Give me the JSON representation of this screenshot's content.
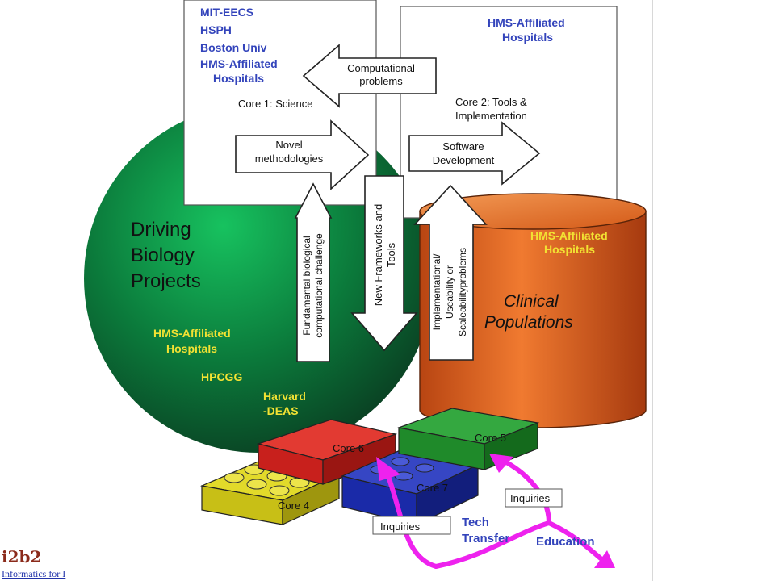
{
  "core1": {
    "institutions": [
      "MIT-EECS",
      "HSPH",
      "Boston Univ",
      "HMS-Affiliated",
      "Hospitals"
    ],
    "title": "Core 1: Science"
  },
  "core2": {
    "institutions": [
      "HMS-Affiliated",
      "Hospitals"
    ],
    "title": [
      "Core 2: Tools &",
      "Implementation"
    ]
  },
  "arrows": {
    "computational": [
      "Computational",
      "problems"
    ],
    "novel": [
      "Novel",
      "methodologies"
    ],
    "software": [
      "Software",
      "Development"
    ],
    "frameworks": [
      "New Frameworks and",
      "Tools"
    ],
    "fundamental": [
      "Fundamental biological",
      "computational challenge"
    ],
    "implementational": [
      "Implementational/",
      "Useability or",
      "Scaleabilityproblems"
    ]
  },
  "driving": {
    "title": [
      "Driving",
      "Biology",
      "Projects"
    ],
    "sites": [
      "HMS-Affiliated",
      "Hospitals",
      "HPCGG",
      "Harvard",
      "-DEAS"
    ]
  },
  "clinical": {
    "sites": [
      "HMS-Affiliated",
      "Hospitals"
    ],
    "title": [
      "Clinical",
      "Populations"
    ]
  },
  "blocks": [
    "Core 4",
    "Core 6",
    "Core 7",
    "Core 5"
  ],
  "outreach": {
    "inquiries_left": "Inquiries",
    "inquiries_right": "Inquiries",
    "tech_transfer": [
      "Tech",
      "Transfer"
    ],
    "education": "Education"
  },
  "footer": {
    "logo": "i2b2",
    "link": "Informatics for I"
  },
  "colors": {
    "sphere": "#0b7a3b",
    "cylinder": "#e8621c",
    "blue_text": "#3344bb",
    "yellow_text": "#f2e233",
    "magenta": "#ee22ee",
    "block_red": "#c8201c",
    "block_green": "#1f8a2a",
    "block_blue": "#1a2aa8",
    "block_yellow": "#c8bf16"
  }
}
